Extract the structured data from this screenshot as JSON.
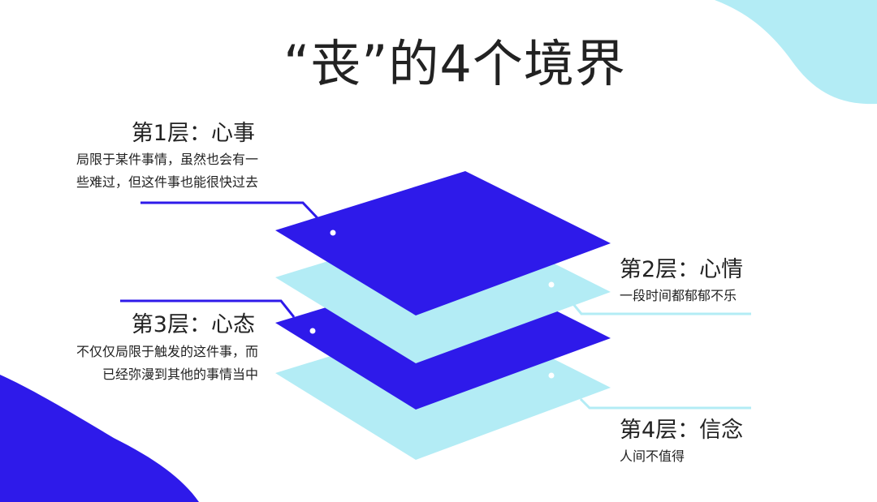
{
  "title": "“丧”的4个境界",
  "colors": {
    "dark": "#2e1aea",
    "light": "#b3ecf5",
    "text": "#222222"
  },
  "layers": [
    {
      "heading": "第1层：心事",
      "lines": [
        "局限于某件事情，虽然也会有一",
        "些难过，但这件事也能很快过去"
      ]
    },
    {
      "heading": "第2层：心情",
      "lines": [
        "一段时间都郁郁不乐"
      ]
    },
    {
      "heading": "第3层：心态",
      "lines": [
        "不仅仅局限于触发的这件事，而",
        "已经弥漫到其他的事情当中"
      ]
    },
    {
      "heading": "第4层：信念",
      "lines": [
        "人间不值得"
      ]
    }
  ]
}
